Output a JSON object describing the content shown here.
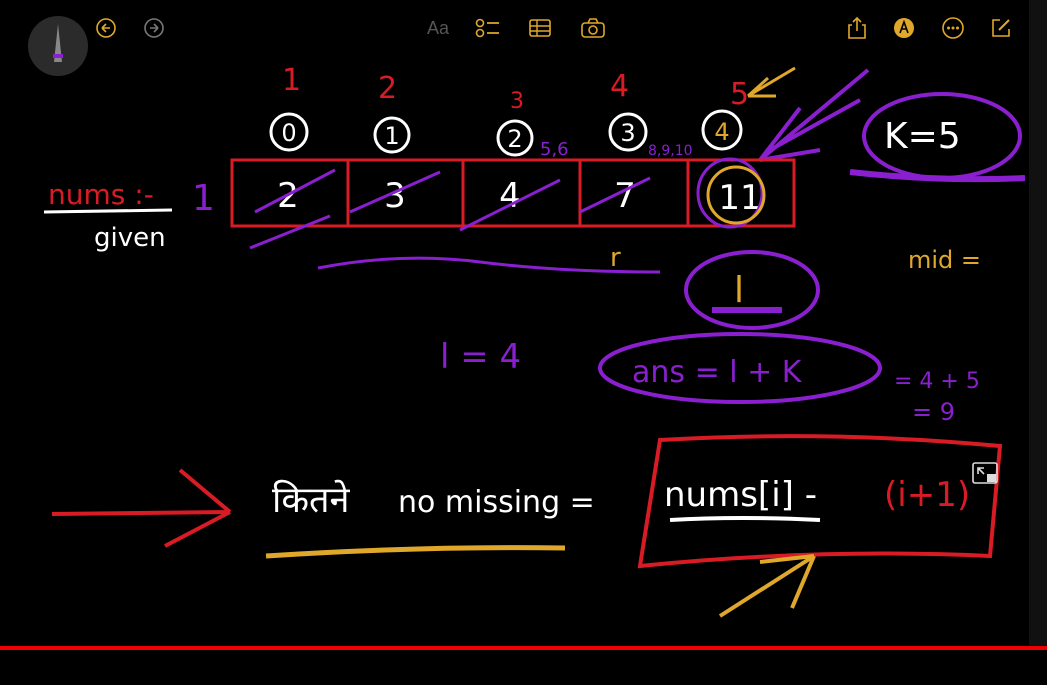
{
  "toolbar": {
    "icons": [
      "pen-tool-icon",
      "undo-icon",
      "redo-icon",
      "text-style-icon",
      "checklist-icon",
      "table-icon",
      "camera-icon",
      "share-icon",
      "markup-icon",
      "more-icon",
      "compose-icon"
    ],
    "text_style_label": "Aa"
  },
  "colors": {
    "background": "#000000",
    "red": "#d81b25",
    "purple": "#8a1fd0",
    "white": "#ffffff",
    "gold": "#e0a82b",
    "progress": "#ee0000"
  },
  "whiteboard": {
    "top_numbers": [
      "1",
      "2",
      "3",
      "4",
      "5"
    ],
    "indices": [
      "0",
      "1",
      "2",
      "3",
      "4"
    ],
    "label_nums": "nums :-",
    "label_given": "given",
    "row_index": "1",
    "array_values": [
      "2",
      "3",
      "4",
      "7",
      "11"
    ],
    "side_notes_a": "5,6",
    "side_notes_b": "8,9,10",
    "k_label": "K=5",
    "mid_label": "mid =",
    "r_label": "r",
    "l_label": "l",
    "l_eq": "l = 4",
    "ans_label": "ans = l + K",
    "ans_calc_line1": "= 4 + 5",
    "ans_calc_line2": "= 9",
    "missing_hindi": "कितने",
    "missing_text": "no missing =",
    "formula_part1": "nums[i] -",
    "formula_part2": "(i+1)"
  },
  "progress": {
    "played_fraction": 1.0
  }
}
